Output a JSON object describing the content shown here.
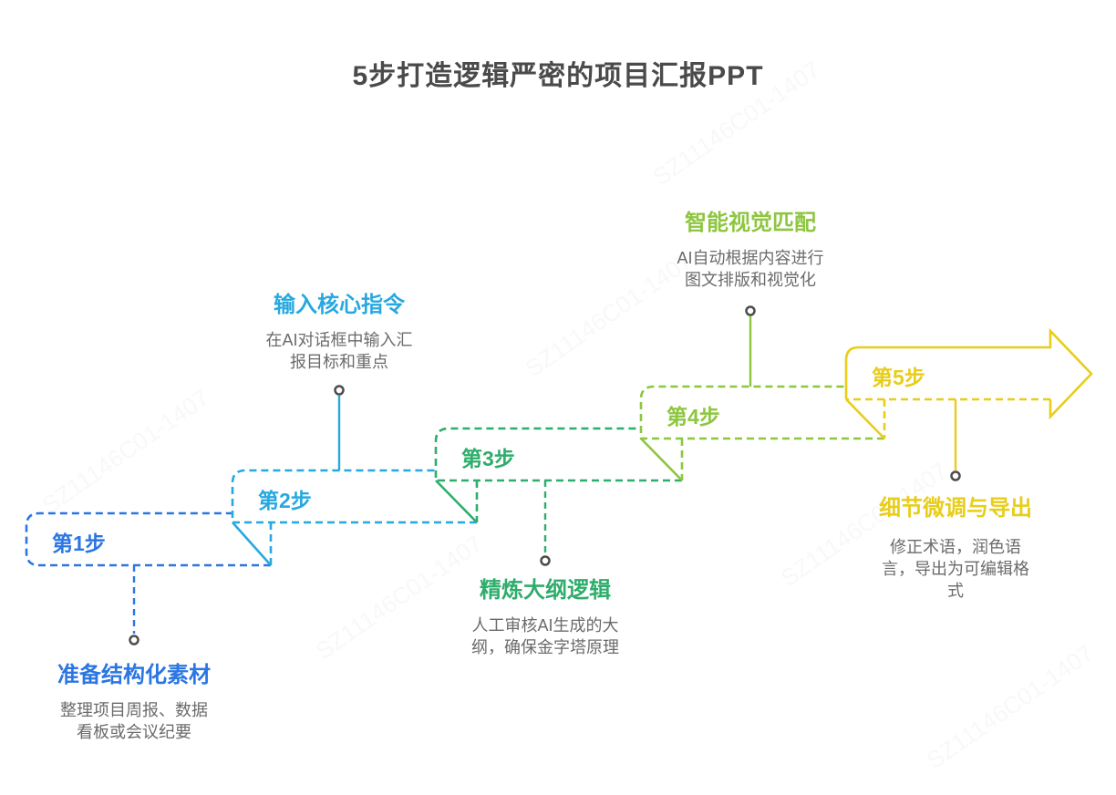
{
  "title": "5步打造逻辑严密的项目汇报PPT",
  "colors": {
    "title_text": "#4A4A4A",
    "body_text": "#6B6B6B",
    "dot_ring": "#4D4D4D",
    "step1": "#2B76E3",
    "step2": "#27A8DF",
    "step3": "#2EAD6C",
    "step4": "#8DC63F",
    "step5": "#E8CD19"
  },
  "watermark_text": "SZ11146C01-1407",
  "steps": [
    {
      "label": "第1步",
      "heading": "准备结构化素材",
      "description": "整理项目周报、数据\n看板或会议纪要",
      "color": "#2B76E3",
      "annotation_position": "below"
    },
    {
      "label": "第2步",
      "heading": "输入核心指令",
      "description": "在AI对话框中输入汇\n报目标和重点",
      "color": "#27A8DF",
      "annotation_position": "above"
    },
    {
      "label": "第3步",
      "heading": "精炼大纲逻辑",
      "description": "人工审核AI生成的大\n纲，确保金字塔原理",
      "color": "#2EAD6C",
      "annotation_position": "below"
    },
    {
      "label": "第4步",
      "heading": "智能视觉匹配",
      "description": "AI自动根据内容进行\n图文排版和视觉化",
      "color": "#8DC63F",
      "annotation_position": "above"
    },
    {
      "label": "第5步",
      "heading": "细节微调与导出",
      "description": "修正术语，润色语\n言，导出为可编辑格\n式",
      "color": "#E8CD19",
      "annotation_position": "below"
    }
  ]
}
